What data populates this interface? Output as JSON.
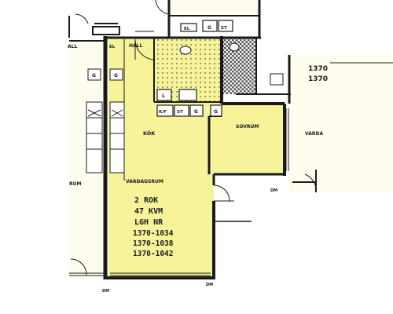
{
  "plan": {
    "colors": {
      "apartment_fill": "#f6f39a",
      "neighbor_fill": "#fefdf0",
      "wall": "#1b1b1b",
      "tile": "#5a5a3a"
    },
    "rooms": {
      "hall": "HALL",
      "kok": "KÖK",
      "sovrum": "SOVRUM",
      "vardagsrum": "VARDAGSRUM",
      "vardagsrum_left": "RUM",
      "vardagsrum_right": "VARDA",
      "neighbor_left_top": "ALL",
      "neighbor_left_el": "EL"
    },
    "fixtures": {
      "g": "G",
      "st": "ST",
      "l": "L",
      "kf": "K/F",
      "el": "EL",
      "disk": "DM"
    },
    "info": {
      "type": "2 ROK",
      "area": "47 KVM",
      "lgh": "LGH NR",
      "numbers": [
        "1370-1034",
        "1370-1038",
        "1370-1042"
      ]
    },
    "neighbor_numbers": [
      "1370",
      "1370"
    ],
    "markers": [
      "DM",
      "DM",
      "DM"
    ]
  }
}
